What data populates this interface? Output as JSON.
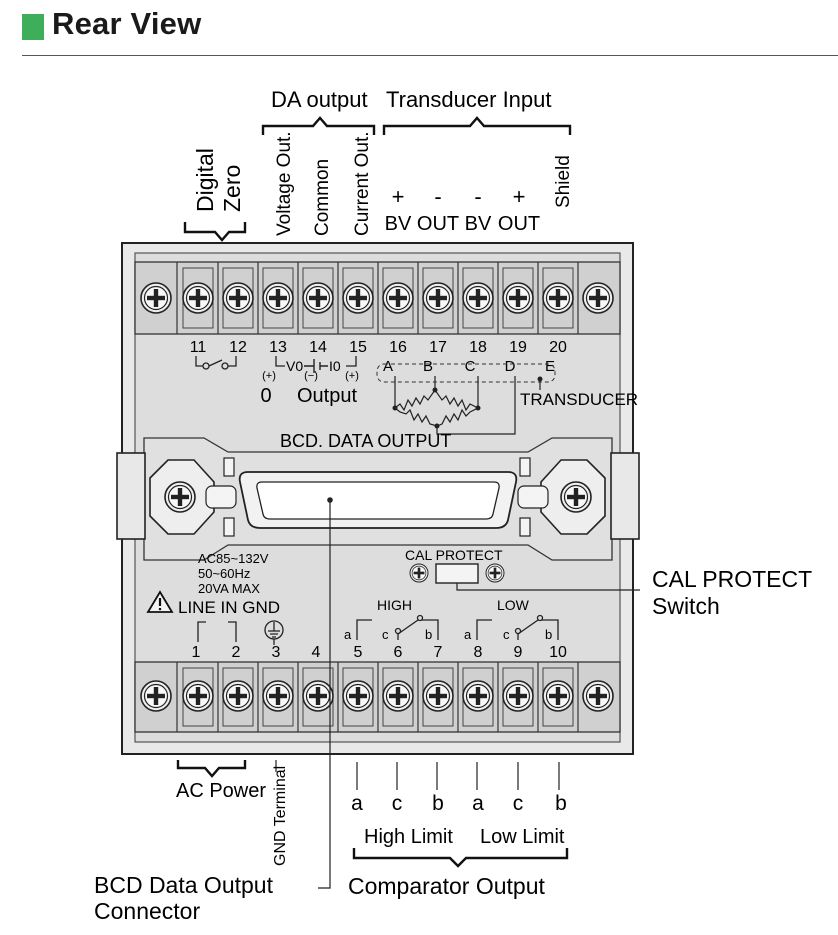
{
  "header": {
    "title": "Rear View"
  },
  "top_labels": {
    "digital_zero": [
      "Digital",
      "Zero"
    ],
    "da_output": "DA output",
    "voltage_out": "Voltage Out.",
    "common": "Common",
    "current_out": "Current Out.",
    "transducer_input": "Transducer Input",
    "shield": "Shield",
    "plus1": "+",
    "bv1": "BV",
    "minus1": "-",
    "out1": "OUT",
    "minus2": "-",
    "bv2": "BV",
    "plus2": "+",
    "out2": "OUT"
  },
  "panel": {
    "top_terminal_numbers": [
      "11",
      "12",
      "13",
      "14",
      "15",
      "16",
      "17",
      "18",
      "19",
      "20"
    ],
    "top_letters": [
      "A",
      "B",
      "C",
      "D",
      "E"
    ],
    "v0": "V0",
    "i0": "I0",
    "plus_a": "(+)",
    "minus_b": "(−)",
    "plus_c": "(+)",
    "zero": "0",
    "output": "Output",
    "transducer": "TRANSDUCER",
    "bcd_label": "BCD. DATA OUTPUT",
    "ac_rating": [
      "AC85~132V",
      "50~60Hz",
      "20VA MAX"
    ],
    "line_in_gnd": "LINE IN GND",
    "cal_protect": "CAL PROTECT",
    "high": "HIGH",
    "low": "LOW",
    "contact_letters": [
      "a",
      "c",
      "b",
      "a",
      "c",
      "b"
    ],
    "bottom_terminal_numbers": [
      "1",
      "2",
      "3",
      "4",
      "5",
      "6",
      "7",
      "8",
      "9",
      "10"
    ]
  },
  "bottom_labels": {
    "ac_power": "AC Power",
    "gnd_terminal": "GND Terminal",
    "abc": [
      "a",
      "c",
      "b",
      "a",
      "c",
      "b"
    ],
    "high_limit": "High Limit",
    "low_limit": "Low Limit",
    "comparator_output": "Comparator Output",
    "bcd_connector": [
      "BCD Data Output",
      "Connector"
    ],
    "cal_switch": [
      "CAL PROTECT",
      "Switch"
    ]
  }
}
